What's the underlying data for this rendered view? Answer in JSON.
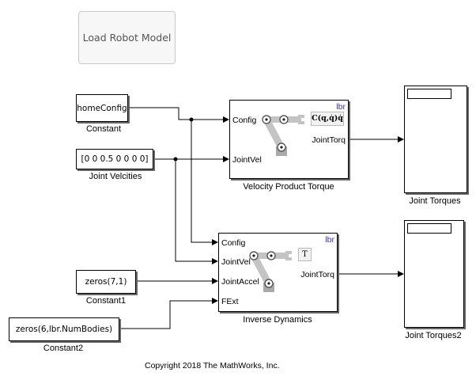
{
  "load_button": {
    "label": "Load Robot Model"
  },
  "constants": {
    "home_config": {
      "value": "homeConfig",
      "label": "Constant"
    },
    "joint_velocities": {
      "value": "[0 0 0.5 0 0 0 0]",
      "label": "Joint Velcities"
    },
    "constant1": {
      "value": "zeros(7,1)",
      "label": "Constant1"
    },
    "constant2": {
      "value": "zeros(6,lbr.NumBodies)",
      "label": "Constant2"
    }
  },
  "velocity_product_torque": {
    "label": "Velocity Product Torque",
    "robot_tag": "lbr",
    "inputs": [
      "Config",
      "JointVel"
    ],
    "output": "JointTorq",
    "equation_badge": "C(q,q̇)q̇"
  },
  "inverse_dynamics": {
    "label": "Inverse Dynamics",
    "robot_tag": "lbr",
    "inputs": [
      "Config",
      "JointVel",
      "JointAccel",
      "FExt"
    ],
    "output": "JointTorq",
    "equation_badge": "T"
  },
  "scopes": {
    "joint_torques": {
      "label": "Joint Torques"
    },
    "joint_torques2": {
      "label": "Joint Torques2"
    }
  },
  "footer": {
    "copyright": "Copyright 2018 The MathWorks, Inc."
  },
  "colors": {
    "robot_tag": "#3333cc",
    "robot_icon": "#c0c0c0",
    "button_text": "#555555"
  }
}
